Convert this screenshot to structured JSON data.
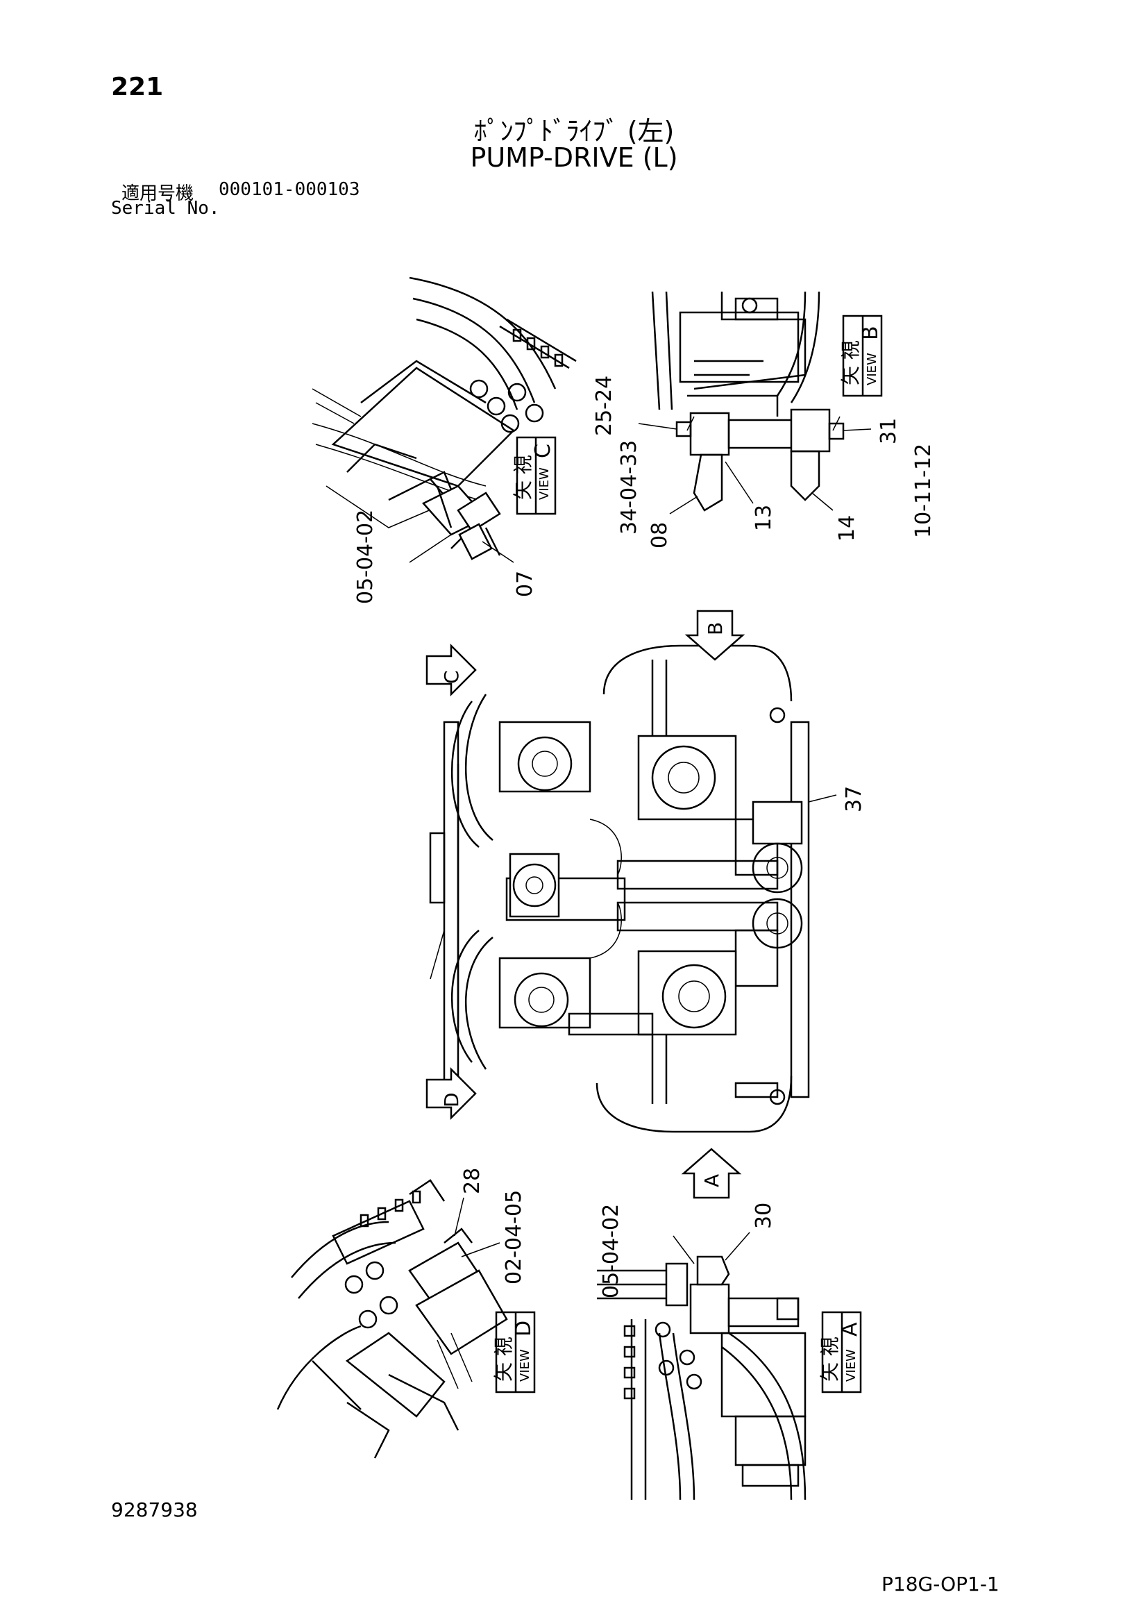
{
  "header": {
    "page_number": "221",
    "title_ja": "ﾎﾟﾝﾌﾟﾄﾞﾗｲﾌﾞ (左)",
    "title_en": "PUMP-DRIVE (L)",
    "serial_label_ja": "適用号機",
    "serial_range": "000101-000103",
    "serial_label_en": "Serial No."
  },
  "footer": {
    "doc_number": "9287938",
    "drawing_code": "P18G-OP1-1"
  },
  "views": {
    "view_c": {
      "letter": "C",
      "ja": "矢 視",
      "en": "VIEW"
    },
    "view_b": {
      "letter": "B",
      "ja": "矢 視",
      "en": "VIEW"
    },
    "view_d": {
      "letter": "D",
      "ja": "矢 視",
      "en": "VIEW"
    },
    "view_a": {
      "letter": "A",
      "ja": "矢 視",
      "en": "VIEW"
    }
  },
  "arrows": {
    "a": "A",
    "b": "B",
    "c": "C",
    "d": "D"
  },
  "callouts": {
    "c1": "05-04-02",
    "c2": "07",
    "c3": "34-04-33",
    "b1": "25-24",
    "b2": "31",
    "b3": "08",
    "b4": "13",
    "b5": "14",
    "b6": "10-11-12",
    "m1": "37",
    "d1": "28",
    "d2": "02-04-05",
    "a1": "05-04-02",
    "a2": "30"
  }
}
